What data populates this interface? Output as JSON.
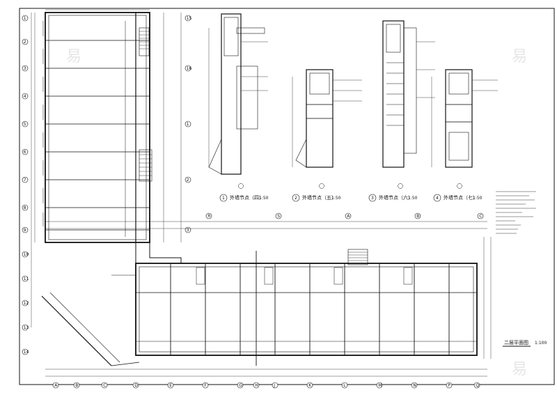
{
  "drawing": {
    "plan_title": "二层平面图",
    "plan_scale": "1:100",
    "details": [
      {
        "num": "1",
        "title": "外墙节点（四）",
        "scale": "1:50"
      },
      {
        "num": "2",
        "title": "外墙节点（五）",
        "scale": "1:50"
      },
      {
        "num": "3",
        "title": "外墙节点（六）",
        "scale": "1:50"
      },
      {
        "num": "4",
        "title": "外墙节点（七）",
        "scale": "1:50"
      }
    ],
    "axes_left": [
      "1",
      "2",
      "3",
      "4",
      "5",
      "6",
      "7",
      "8",
      "9",
      "10",
      "11",
      "12",
      "13",
      "14",
      "15",
      "16"
    ],
    "axes_bottom": [
      "A",
      "B",
      "C",
      "D",
      "E",
      "F",
      "G",
      "H",
      "J",
      "K",
      "L",
      "M",
      "N",
      "P",
      "Q",
      "R",
      "S"
    ],
    "watermark": "易"
  },
  "colors": {
    "line": "#111111",
    "wall": "#000000",
    "paper": "#ffffff",
    "watermark": "#e6e6e6"
  }
}
